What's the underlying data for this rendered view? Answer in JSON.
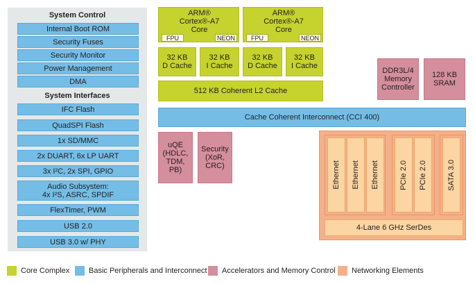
{
  "system_control": {
    "heading": "System Control",
    "items": [
      "Internal Boot ROM",
      "Security Fuses",
      "Security Monitor",
      "Power Management",
      "DMA"
    ]
  },
  "system_interfaces": {
    "heading": "System Interfaces",
    "items": [
      "IFC Flash",
      "QuadSPI Flash",
      "1x SD/MMC",
      "2x DUART, 6x LP UART",
      "3x I²C, 2x SPI, GPIO",
      "Audio Subsystem:\n4x I²S, ASRC, SPDIF",
      "FlexTimer, PWM",
      "USB 2.0",
      "USB 3.0 w/ PHY"
    ]
  },
  "cores": [
    {
      "name": "ARM®\nCortex®-A7\nCore",
      "fpu": "FPU",
      "neon": "NEON"
    },
    {
      "name": "ARM®\nCortex®-A7\nCore",
      "fpu": "FPU",
      "neon": "NEON"
    }
  ],
  "caches": [
    "32 KB\nD Cache",
    "32 KB\nI Cache",
    "32 KB\nD Cache",
    "32 KB\nI Cache"
  ],
  "l2_cache": "512 KB Coherent L2 Cache",
  "memory": {
    "ddr": "DDR3L/4\nMemory\nController",
    "sram": "128 KB\nSRAM"
  },
  "interconnect": "Cache Coherent Interconnect (CCI 400)",
  "accelerators": {
    "uqe": "uQE\n(HDLC,\nTDM,\nPB)",
    "security": "Security\n(XoR,\nCRC)"
  },
  "networking": {
    "ethernet": [
      "Ethernet",
      "Ethernet",
      "Ethernet"
    ],
    "pcie": [
      "PCIe 2.0",
      "PCIe 2.0"
    ],
    "sata": "SATA 3.0",
    "serdes": "4-Lane 6 GHz SerDes"
  },
  "legend": [
    {
      "label": "Core Complex",
      "color": "#c6d22e"
    },
    {
      "label": "Basic Peripherals and Interconnect",
      "color": "#74bde6"
    },
    {
      "label": "Accelerators and Memory Control",
      "color": "#d48e9c"
    },
    {
      "label": "Networking Elements",
      "color": "#f4b089"
    }
  ]
}
